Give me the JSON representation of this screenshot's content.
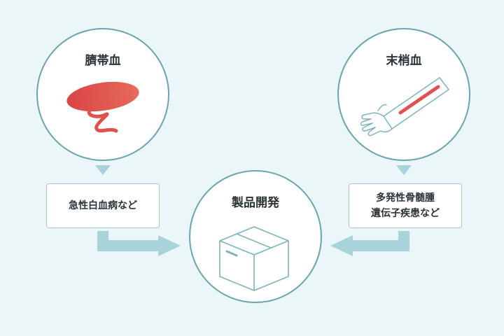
{
  "sources": {
    "left": {
      "title": "臍帯血",
      "disease": "急性白血病など"
    },
    "right": {
      "title": "末梢血",
      "disease_lines": [
        "多発性骨髄腫",
        "遺伝子疾患など"
      ]
    }
  },
  "center": {
    "title": "製品開発"
  },
  "colors": {
    "background": "#eaf6f7",
    "circle_border": "#6aa5ae",
    "arrow": "#a9d3da",
    "accent_red": "#e0524f"
  }
}
